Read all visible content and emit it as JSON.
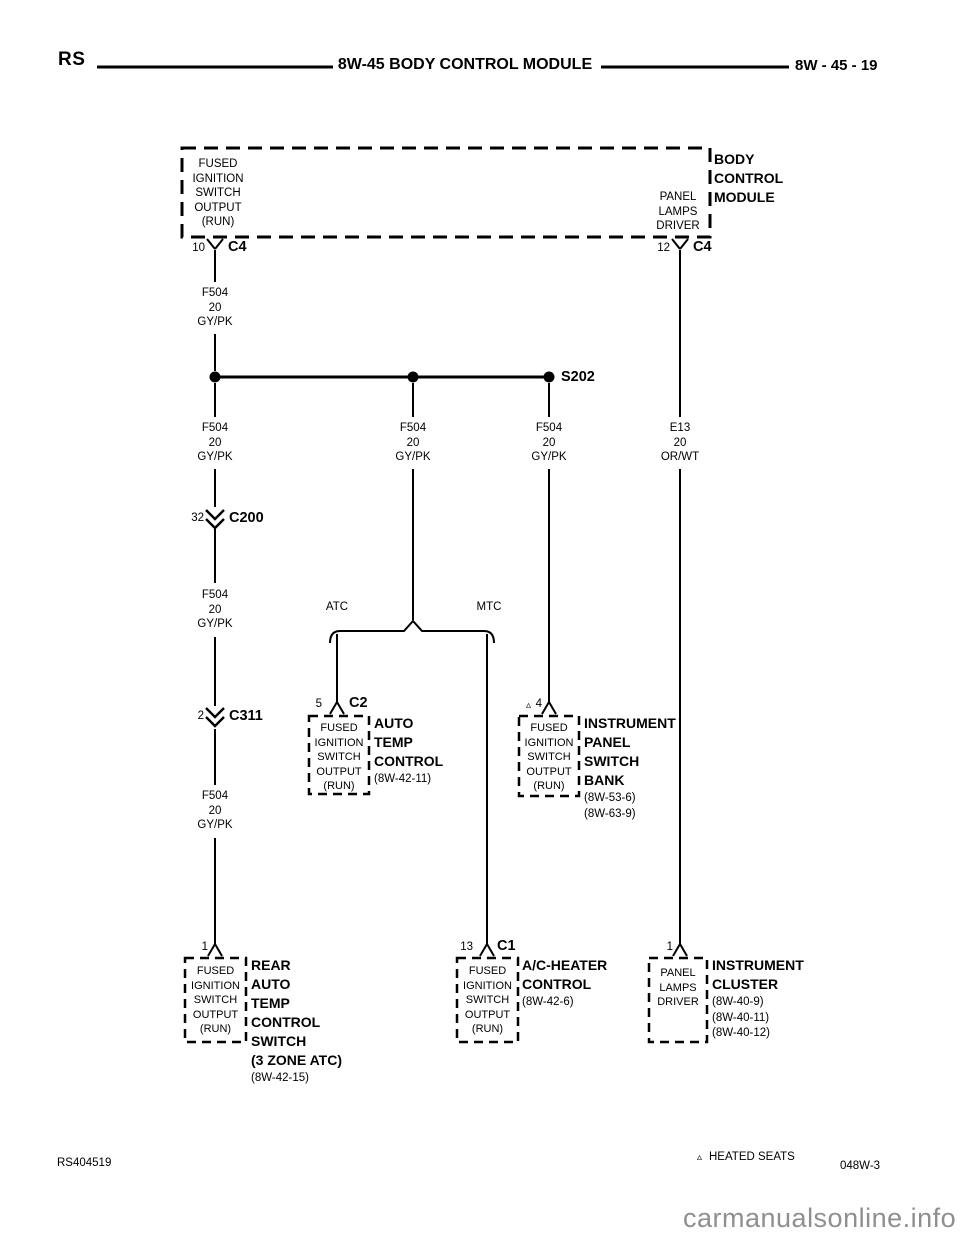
{
  "header": {
    "model_code": "RS",
    "title": "8W-45 BODY CONTROL MODULE",
    "page_number": "8W - 45 - 19"
  },
  "circuits": {
    "fused_ignition": "FUSED\nIGNITION\nSWITCH\nOUTPUT\n(RUN)",
    "panel_lamps": "PANEL\nLAMPS\nDRIVER"
  },
  "wire_labels": {
    "f504": "F504\n20\nGY/PK",
    "e13": "E13\n20\nOR/WT"
  },
  "bcm": {
    "name": "BODY\nCONTROL\nMODULE",
    "left_pin": "10",
    "left_connector": "C4",
    "right_pin": "12",
    "right_connector": "C4"
  },
  "splice": {
    "name": "S202"
  },
  "inline_connectors": {
    "c200": {
      "pin": "32",
      "name": "C200"
    },
    "c311": {
      "pin": "2",
      "name": "C311"
    }
  },
  "branch": {
    "left": "ATC",
    "right": "MTC"
  },
  "icons": {
    "footnote_triangle": "▵"
  },
  "components": {
    "auto_temp_control": {
      "pin": "5",
      "connector": "C2",
      "name": "AUTO\nTEMP\nCONTROL",
      "refs": "(8W-42-11)"
    },
    "switch_bank": {
      "pin": "4",
      "name": "INSTRUMENT\nPANEL\nSWITCH\nBANK",
      "refs": "(8W-53-6)\n(8W-63-9)"
    },
    "rear_atc_switch": {
      "pin": "1",
      "name": "REAR\nAUTO\nTEMP\nCONTROL\nSWITCH\n(3 ZONE ATC)",
      "refs": "(8W-42-15)"
    },
    "ac_heater_control": {
      "pin": "13",
      "connector": "C1",
      "name": "A/C-HEATER\nCONTROL",
      "refs": "(8W-42-6)"
    },
    "instrument_cluster": {
      "pin": "1",
      "name": "INSTRUMENT\nCLUSTER",
      "refs": "(8W-40-9)\n(8W-40-11)\n(8W-40-12)"
    }
  },
  "footer": {
    "diagram_code": "RS404519",
    "footnote": "HEATED SEATS",
    "sheet_code": "048W-3"
  },
  "watermark": "carmanualsonline.info"
}
